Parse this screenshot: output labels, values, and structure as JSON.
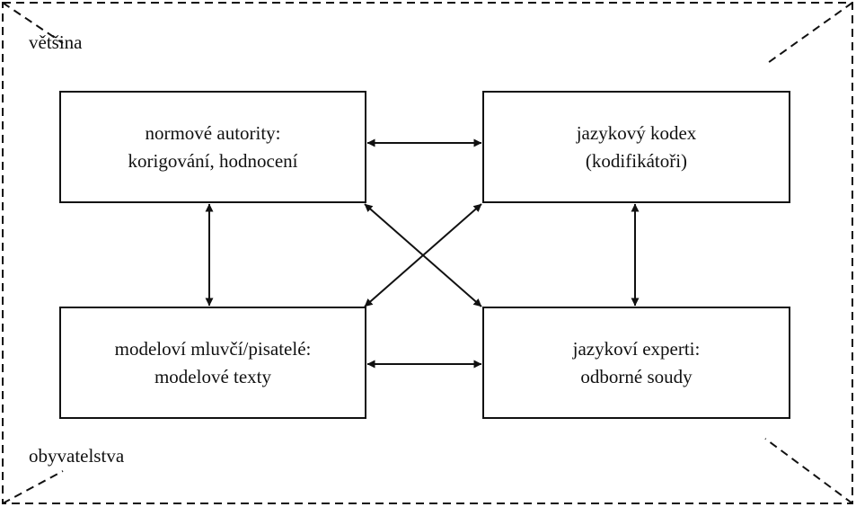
{
  "labels": {
    "top_left": "většina",
    "bottom_left": "obyvatelstva"
  },
  "boxes": {
    "top_left": {
      "line1": "normové autority:",
      "line2": "korigování, hodnocení"
    },
    "top_right": {
      "line1": "jazykový kodex",
      "line2": "(kodifikátoři)"
    },
    "bottom_left": {
      "line1": "modeloví mluvčí/pisatelé:",
      "line2": "modelové texty"
    },
    "bottom_right": {
      "line1": "jazykoví experti:",
      "line2": "odborné soudy"
    }
  },
  "colors": {
    "stroke": "#111111",
    "background": "#ffffff"
  }
}
